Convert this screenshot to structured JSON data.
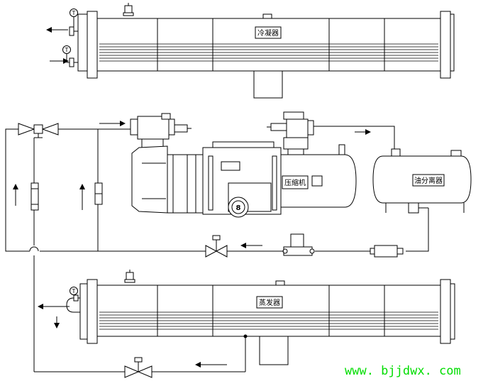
{
  "labels": {
    "condenser": "冷凝器",
    "compressor": "压缩机",
    "oil_separator": "油分离器",
    "evaporator": "蒸发器"
  },
  "gauge_symbol": "T",
  "compressor_badge": "8",
  "watermark": "www. bjjdwx. com",
  "colors": {
    "line": "#000000",
    "watermark": "#00dd00",
    "background": "#ffffff"
  }
}
